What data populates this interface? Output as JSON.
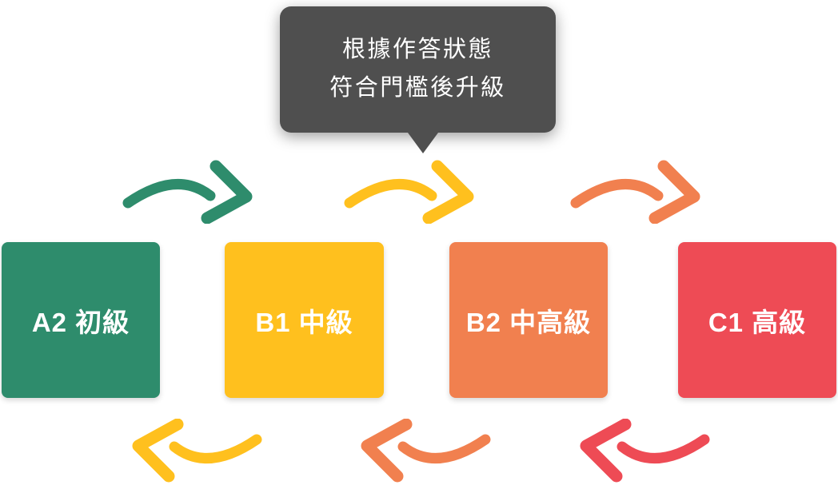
{
  "diagram": {
    "description_tooltip": {
      "line1": "根據作答狀態",
      "line2": "符合門檻後升級",
      "bg_color": "#4f4f4f",
      "text_color": "#ffffff"
    },
    "levels": [
      {
        "id": "A2",
        "label": "A2 初級",
        "color": "#2e8c6c",
        "text_color": "#ffffff"
      },
      {
        "id": "B1",
        "label": "B1 中級",
        "color": "#ffc01e",
        "text_color": "#ffffff"
      },
      {
        "id": "B2",
        "label": "B2 中高級",
        "color": "#f1804f",
        "text_color": "#ffffff"
      },
      {
        "id": "C1",
        "label": "C1 高級",
        "color": "#ee4b55",
        "text_color": "#ffffff"
      }
    ],
    "arrows": {
      "forward": [
        {
          "from": "A2",
          "to": "B1",
          "color": "#2e8c6c"
        },
        {
          "from": "B1",
          "to": "B2",
          "color": "#ffc01e"
        },
        {
          "from": "B2",
          "to": "C1",
          "color": "#f1804f"
        }
      ],
      "backward": [
        {
          "from": "B1",
          "to": "A2",
          "color": "#ffc01e"
        },
        {
          "from": "B2",
          "to": "B1",
          "color": "#f1804f"
        },
        {
          "from": "C1",
          "to": "B2",
          "color": "#ee4b55"
        }
      ]
    }
  }
}
